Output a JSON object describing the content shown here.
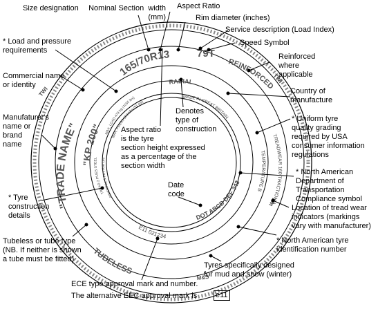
{
  "labels": {
    "size_designation": "Size designation",
    "nominal_section_width": "Nominal Section  width\n(mm)",
    "aspect_ratio": "Aspect Ratio",
    "rim_diameter": "Rim diameter (inches)",
    "service_description": "Service description (Load Index)",
    "speed_symbol": "Speed Symbol",
    "reinforced": "Reinforced\nwhere\napplicable",
    "load_pressure": "* Load and pressure\nrequirements",
    "commercial_name": "Commercial name\nor identity",
    "country": "Country of\nmanufacture",
    "denotes": "Denotes\ntype of\nconstruction",
    "manufacturer": "Manufaturer's\nname or\nbrand\nname",
    "aspect_ratio_expl": "Aspect ratio\nis the tyre\nsection height expressed\nas a percentage of the\nsection width",
    "uniform": "* Uniform tyre\nquality grading\nrequired by USA\nconsumer information\nregulations",
    "dot": "* North American\nDepartment of\nTransportation\nCompliance symbol",
    "tread_wear": "Location of tread wear\nindicators (markings\nvary with manufacturer)",
    "date_code": "Date\ncode",
    "construction": "* Tyre\nconstruction\ndetails",
    "na_id": "* North American tyre\nidentification number",
    "tubeless": "Tubeless or tube type\n(NB. If neither is shown\na tube must be fitted)",
    "mud_snow": "Tyres specifically designed\nfor mud and snow (winter)",
    "ece_line1": "ECE type approval mark and number.",
    "ece_line2": "The alternative EEC approval mark is",
    "ece_mark": "e11"
  },
  "tyre_markings": {
    "size": "165/70R13",
    "service": "79T",
    "radial": "RADIAL",
    "reinforced": "REINFORCED",
    "made_in": "MADE IN GREAT BRITAIN",
    "trade_name": "\"TRADE NAME\"",
    "kp": "\"KP 200\"",
    "tubeless": "TUBELESS",
    "ms": "M&S",
    "ece": "E11 021234",
    "dot": "DOT ABCD DEF 343",
    "treadwear": "TREADWEAR 160 TRACTION A",
    "temperature": "TEMPERATURE B",
    "twi_left": "TWI",
    "twi_right": "TWI",
    "twi_lower": "TWI",
    "max_load": "MAX. LOAD 479 kg (1055 lbs)",
    "max_press": "MAX. PRESS 350 kPa (51 psi)",
    "plies_tread": "TREAD 2 PLIES STEEL",
    "plies_side": "SIDEWALL 1 PLY RAYON"
  }
}
